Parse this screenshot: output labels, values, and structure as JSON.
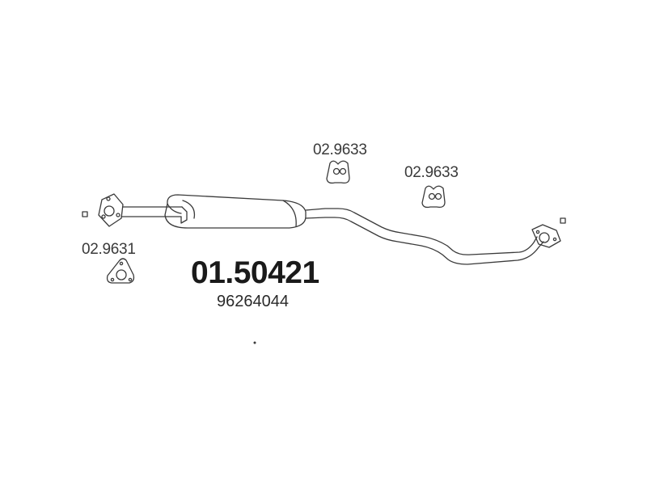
{
  "diagram": {
    "main_part_number": "01.50421",
    "oem_number": "96264044",
    "clamp_ref": "02.9631",
    "hanger_ref_1": "02.9633",
    "hanger_ref_2": "02.9633"
  },
  "colors": {
    "line": "#3a3a3a",
    "background": "#ffffff"
  }
}
